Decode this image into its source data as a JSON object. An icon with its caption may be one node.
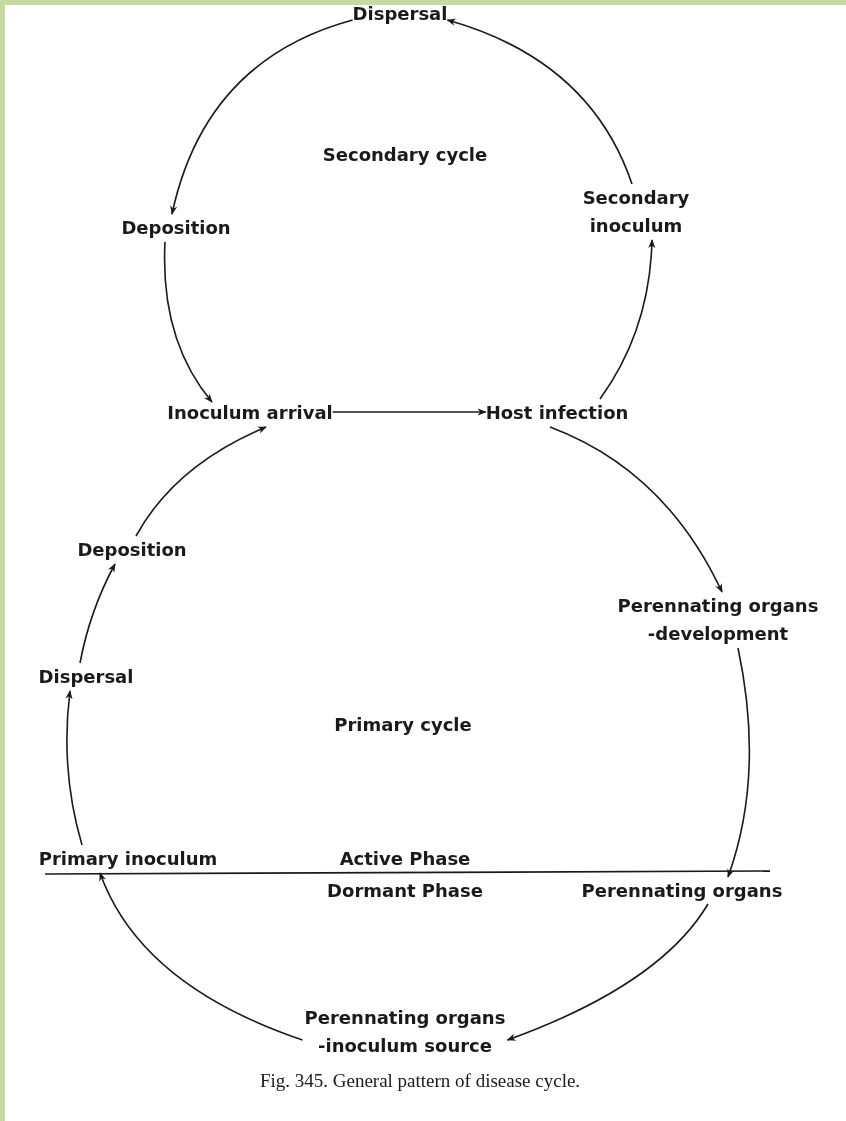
{
  "diagram": {
    "caption": "Fig. 345. General pattern of disease cycle.",
    "nodes": [
      {
        "text": [
          "Dispersal"
        ]
      },
      {
        "text": [
          "Secondary inoculum"
        ]
      },
      {
        "text": [
          "Deposition"
        ]
      },
      {
        "text": [
          "Inoculum arrival"
        ]
      },
      {
        "text": [
          "Host infection"
        ]
      },
      {
        "text": [
          "Deposition"
        ]
      },
      {
        "text": [
          "Dispersal"
        ]
      },
      {
        "text": [
          "Perennating organs -development"
        ]
      },
      {
        "text": [
          "Primary inoculum"
        ]
      },
      {
        "text": [
          "Perennating organs"
        ]
      },
      {
        "text": [
          "Perennating organs -inoculum source"
        ]
      }
    ],
    "edges": [
      {
        "from": 0,
        "to": 2,
        "arrow": "to"
      },
      {
        "from": 2,
        "to": 3,
        "arrow": "to"
      },
      {
        "from": 3,
        "to": 4,
        "arrow": "to"
      },
      {
        "from": 4,
        "to": 1,
        "arrow": "to"
      },
      {
        "from": 1,
        "to": 0,
        "arrow": "to"
      },
      {
        "from": 4,
        "to": 7,
        "arrow": "to"
      },
      {
        "from": 7,
        "to": 9,
        "arrow": "to"
      },
      {
        "from": 9,
        "to": 10,
        "arrow": "to"
      },
      {
        "from": 10,
        "to": 8,
        "arrow": "to"
      },
      {
        "from": 8,
        "to": 6,
        "arrow": "to"
      },
      {
        "from": 6,
        "to": 5,
        "arrow": "to"
      },
      {
        "from": 5,
        "to": 3,
        "arrow": "to"
      }
    ],
    "labels": [
      "Secondary cycle",
      "Primary cycle",
      "Active Phase",
      "Dormant Phase"
    ]
  }
}
